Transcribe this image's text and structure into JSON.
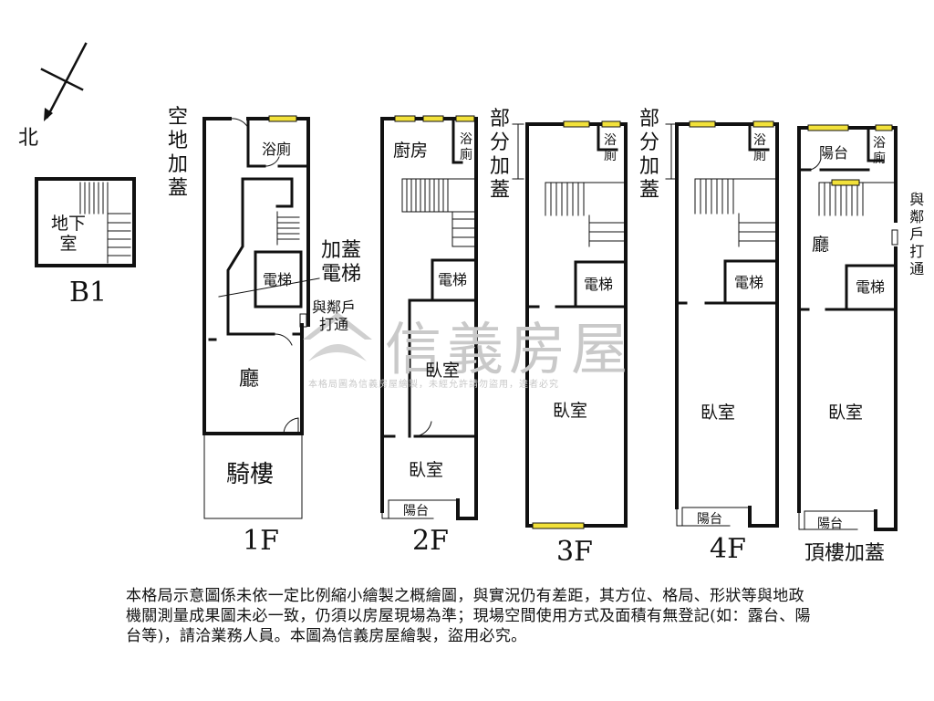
{
  "compass": {
    "north": "北"
  },
  "watermark": {
    "brand": "信義房屋",
    "note": "本格局圖為信義房屋繪製，未經允許請勿盜用，違者必究"
  },
  "floors": {
    "b1": {
      "label": "B1",
      "rooms": {
        "basement": "地下室"
      }
    },
    "f1": {
      "label": "1F",
      "rooms": {
        "bath": "浴廁",
        "elevator": "電梯",
        "living": "廳",
        "arcade": "騎樓"
      },
      "notes": {
        "open_space": "空地加蓋",
        "added_elevator": "加蓋電梯",
        "neighbor_link": "與鄰戶打通"
      }
    },
    "f2": {
      "label": "2F",
      "rooms": {
        "kitchen": "廚房",
        "bath": "浴廁",
        "elevator": "電梯",
        "bedroom1": "臥室",
        "bedroom2": "臥室",
        "balcony": "陽台"
      }
    },
    "f3": {
      "label": "3F",
      "rooms": {
        "bath": "浴廁",
        "elevator": "電梯",
        "bedroom": "臥室"
      },
      "notes": {
        "partial_addition": "部分加蓋"
      }
    },
    "f4": {
      "label": "4F",
      "rooms": {
        "bath": "浴廁",
        "elevator": "電梯",
        "bedroom": "臥室",
        "balcony": "陽台"
      },
      "notes": {
        "partial_addition": "部分加蓋"
      }
    },
    "roof": {
      "label": "頂樓加蓋",
      "rooms": {
        "balcony_top": "陽台",
        "bath": "浴廁",
        "living": "廳",
        "elevator": "電梯",
        "bedroom": "臥室",
        "balcony": "陽台"
      },
      "notes": {
        "neighbor_link": "與鄰戶打通"
      }
    }
  },
  "disclaimer": "本格局示意圖係未依一定比例縮小繪製之概繪圖，與實況仍有差距，其方位、格局、形狀等與地政機關測量成果圖未必一致，仍須以房屋現場為準；現場空間使用方式及面積有無登記(如：露台、陽台等)，請洽業務人員。本圖為信義房屋繪製，盜用必究。",
  "colors": {
    "wall": "#111111",
    "window": "#f2e13a",
    "watermark": "#c9c9c9"
  }
}
